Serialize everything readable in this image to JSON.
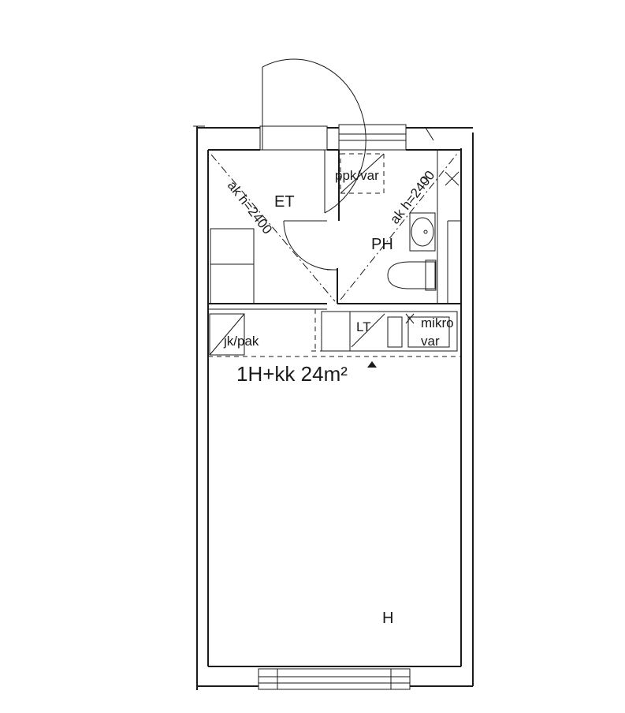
{
  "plan": {
    "area_label": "1H+kk 24m²",
    "rooms": {
      "entry": "ET",
      "bathroom": "PH",
      "living_room": "H"
    },
    "fixtures": {
      "ppk_storage": "ppk/var",
      "fridge_storage": "jk/pak",
      "stove": "LT",
      "microwave_line1": "mikro",
      "microwave_line2": "var"
    },
    "ceiling_heights": {
      "entry": "ak h=2400",
      "bathroom": "ak h=2400"
    },
    "colors": {
      "line": "#1a1a1a",
      "background": "#ffffff"
    }
  }
}
